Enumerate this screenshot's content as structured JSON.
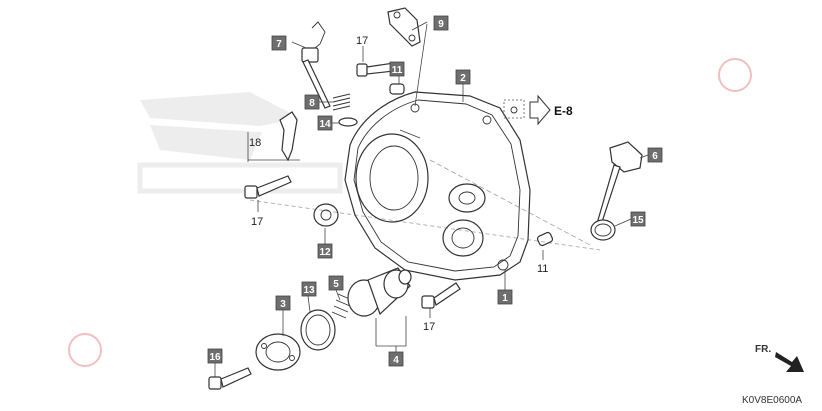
{
  "diagram": {
    "callouts": [
      {
        "id": "c1",
        "label": "1"
      },
      {
        "id": "c2",
        "label": "2"
      },
      {
        "id": "c3",
        "label": "3"
      },
      {
        "id": "c4",
        "label": "4"
      },
      {
        "id": "c5",
        "label": "5"
      },
      {
        "id": "c6",
        "label": "6"
      },
      {
        "id": "c7",
        "label": "7"
      },
      {
        "id": "c8",
        "label": "8"
      },
      {
        "id": "c9",
        "label": "9"
      },
      {
        "id": "c11",
        "label": "11"
      },
      {
        "id": "c12",
        "label": "12"
      },
      {
        "id": "c13",
        "label": "13"
      },
      {
        "id": "c14",
        "label": "14"
      },
      {
        "id": "c15",
        "label": "15"
      },
      {
        "id": "c16",
        "label": "16"
      }
    ],
    "plain_labels": [
      {
        "id": "p17a",
        "label": "17"
      },
      {
        "id": "p17b",
        "label": "17"
      },
      {
        "id": "p17c",
        "label": "17"
      },
      {
        "id": "p18",
        "label": "18"
      },
      {
        "id": "p11",
        "label": "11"
      }
    ],
    "reference": "E-8",
    "direction_label": "FR.",
    "diagram_code": "K0V8E0600A"
  }
}
